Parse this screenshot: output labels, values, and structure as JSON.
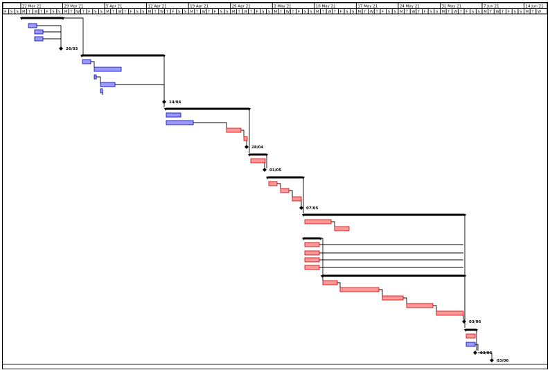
{
  "timescale": {
    "weeks": [
      "22 Mar 21",
      "29 Mar 21",
      "5 Apr 21",
      "12 Apr 21",
      "19 Apr 21",
      "26 Apr 21",
      "3 May 21",
      "10 May 21",
      "17 May 21",
      "24 May 21",
      "31 May 21",
      "7 Jun 21",
      "14 Jun 21"
    ],
    "day_letters": [
      "F",
      "S",
      "S",
      "M",
      "T",
      "W",
      "T",
      "F",
      "S",
      "S",
      "M",
      "T",
      "W",
      "T",
      "F",
      "S",
      "S",
      "M",
      "T",
      "W",
      "T",
      "F",
      "S",
      "S",
      "M",
      "T",
      "W",
      "T",
      "F",
      "S",
      "S",
      "M",
      "T",
      "W",
      "T",
      "F",
      "S",
      "S",
      "M",
      "T",
      "W",
      "T",
      "F",
      "S",
      "S",
      "M",
      "T",
      "W",
      "T",
      "F",
      "S",
      "S",
      "M",
      "T",
      "W",
      "T",
      "F",
      "S",
      "S",
      "M",
      "T",
      "W",
      "T",
      "F",
      "S",
      "S",
      "M",
      "T",
      "W",
      "T",
      "F",
      "S",
      "S",
      "M",
      "T",
      "W",
      "T",
      "F",
      "S",
      "S",
      "M",
      "T",
      "W",
      "T",
      "F",
      "S",
      "S",
      "M",
      "T",
      "W"
    ]
  },
  "colors": {
    "blue_fill": "#9999ff",
    "blue_stroke": "#0000aa",
    "red_fill": "#ff9999",
    "red_stroke": "#cc0000",
    "summary": "#000000"
  },
  "milestone_labels": [
    "26/03",
    "14/04",
    "28/04",
    "01/05",
    "07/05",
    "03/06",
    "03/06",
    "03/06"
  ],
  "bar_rows": [
    {
      "kind": "summary"
    },
    {
      "kind": "task",
      "color": "blue"
    },
    {
      "kind": "task",
      "color": "blue"
    },
    {
      "kind": "task",
      "color": "blue"
    },
    {
      "kind": "milestone",
      "label_index": 0
    },
    {
      "kind": "summary"
    },
    {
      "kind": "task",
      "color": "blue"
    },
    {
      "kind": "task",
      "color": "blue"
    },
    {
      "kind": "task",
      "color": "blue"
    },
    {
      "kind": "task",
      "color": "blue"
    },
    {
      "kind": "task",
      "color": "blue"
    },
    {
      "kind": "milestone",
      "label_index": 1
    },
    {
      "kind": "summary"
    },
    {
      "kind": "task",
      "color": "blue"
    },
    {
      "kind": "task",
      "color": "blue"
    },
    {
      "kind": "task",
      "color": "red"
    },
    {
      "kind": "task",
      "color": "red"
    },
    {
      "kind": "milestone",
      "label_index": 2
    },
    {
      "kind": "summary"
    },
    {
      "kind": "task",
      "color": "red"
    },
    {
      "kind": "milestone",
      "label_index": 3
    },
    {
      "kind": "summary"
    },
    {
      "kind": "task",
      "color": "red"
    },
    {
      "kind": "task",
      "color": "red"
    },
    {
      "kind": "task",
      "color": "red"
    },
    {
      "kind": "milestone",
      "label_index": 4
    },
    {
      "kind": "summary"
    },
    {
      "kind": "task",
      "color": "red"
    },
    {
      "kind": "task",
      "color": "red"
    },
    {
      "kind": "summary"
    },
    {
      "kind": "task",
      "color": "red"
    },
    {
      "kind": "task",
      "color": "red"
    },
    {
      "kind": "task",
      "color": "red"
    },
    {
      "kind": "task",
      "color": "red"
    },
    {
      "kind": "summary"
    },
    {
      "kind": "task",
      "color": "red"
    },
    {
      "kind": "task",
      "color": "red"
    },
    {
      "kind": "task",
      "color": "red"
    },
    {
      "kind": "task",
      "color": "red"
    },
    {
      "kind": "task",
      "color": "red"
    },
    {
      "kind": "milestone",
      "label_index": 5
    },
    {
      "kind": "summary"
    },
    {
      "kind": "task",
      "color": "red"
    },
    {
      "kind": "task",
      "color": "blue"
    },
    {
      "kind": "milestone",
      "label_index": 6
    },
    {
      "kind": "milestone",
      "label_index": 7
    }
  ]
}
